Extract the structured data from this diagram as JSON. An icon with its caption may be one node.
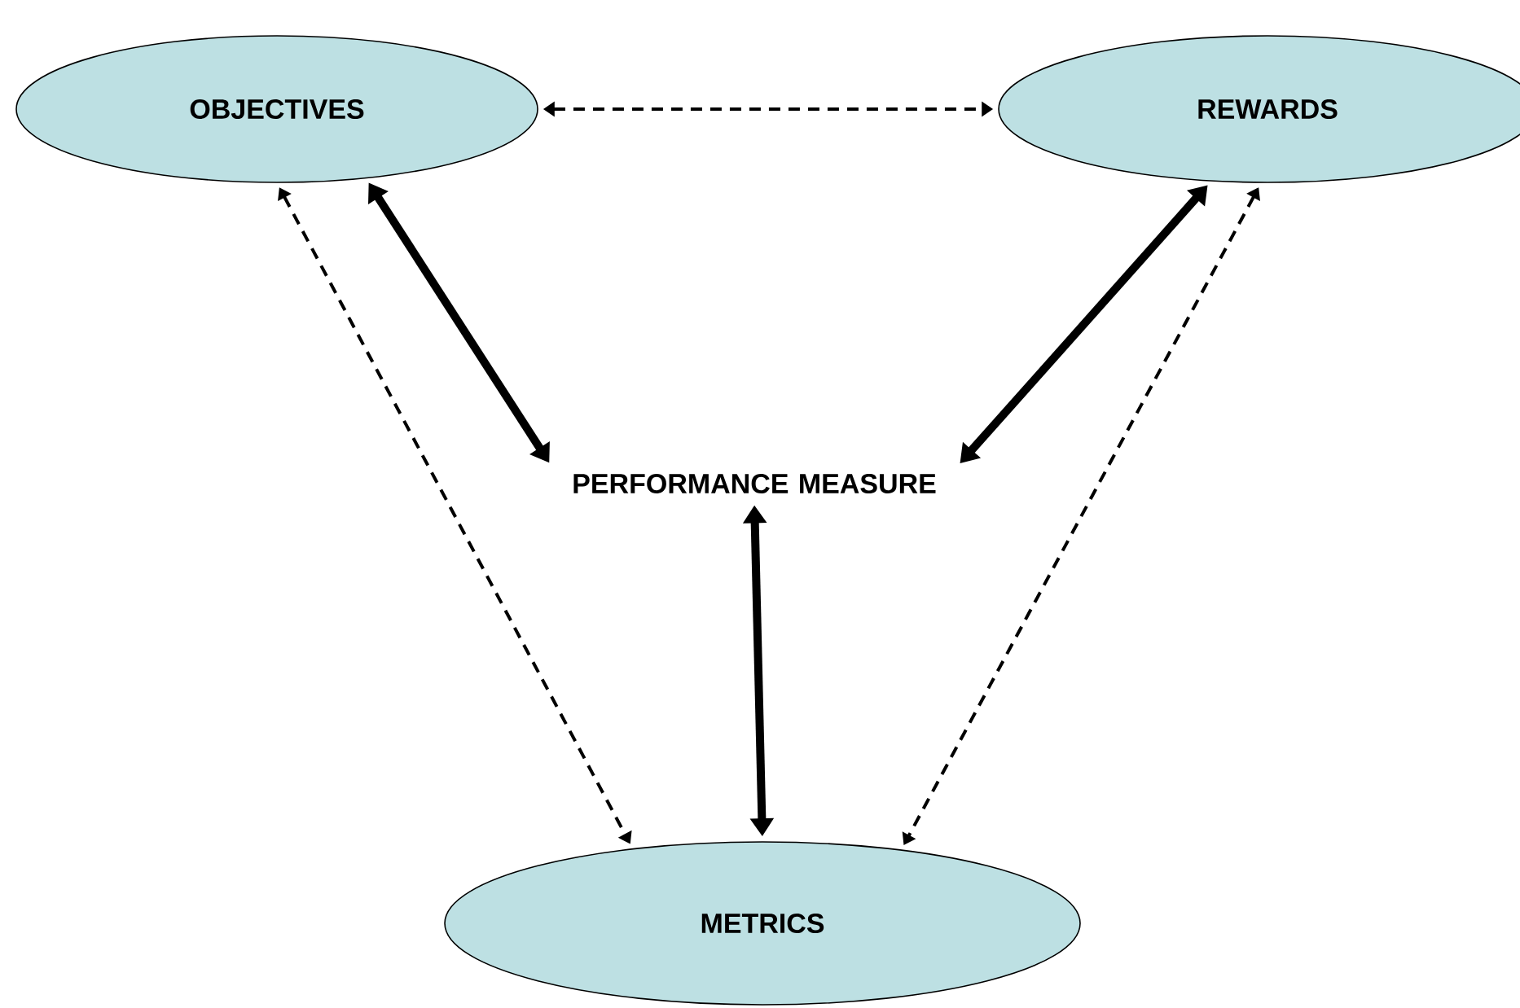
{
  "diagram": {
    "nodes": [
      {
        "text": [
          "OBJECTIVES"
        ]
      },
      {
        "text": [
          "REWARDS"
        ]
      },
      {
        "text": [
          "PERFORMANCE MEASURE"
        ]
      },
      {
        "text": [
          "METRICS"
        ]
      }
    ],
    "edges": [
      {
        "from": 0,
        "to": 1,
        "arrow": "both",
        "style": "dashed"
      },
      {
        "from": 0,
        "to": 2,
        "arrow": "both",
        "style": "thick"
      },
      {
        "from": 1,
        "to": 2,
        "arrow": "both",
        "style": "thick"
      },
      {
        "from": 0,
        "to": 3,
        "arrow": "both",
        "style": "dashed"
      },
      {
        "from": 1,
        "to": 3,
        "arrow": "both",
        "style": "dashed"
      },
      {
        "from": 2,
        "to": 3,
        "arrow": "both",
        "style": "thick"
      }
    ]
  }
}
